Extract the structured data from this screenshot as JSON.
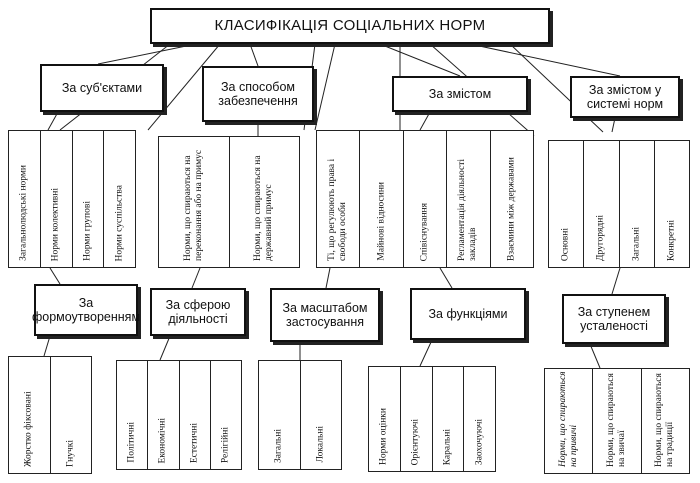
{
  "title": "КЛАСИФІКАЦІЯ СОЦІАЛЬНИХ НОРМ",
  "top_headers": [
    "За суб'єктами",
    "За способом забезпечення",
    "За змістом",
    "За змістом у системі норм"
  ],
  "top_groups": [
    [
      "Загальнолюдські норми",
      "Норми колективні",
      "Норми групові",
      "Норми суспільства"
    ],
    [
      "Норми, що спираються на переконання або на примус",
      "Норми, що спираються на державний примус"
    ],
    [
      "Ті, що регулюють права і свободи особи",
      "Майнові відносини",
      "Співіснування",
      "Регламентація діяльності закладів",
      "Взаємини між державами"
    ],
    [
      "Основні",
      "Другорядні",
      "Загальні",
      "Конкретні"
    ]
  ],
  "bottom_headers": [
    "За формоутворенням",
    "За сферою діяльності",
    "За масштабом застосування",
    "За функціями",
    "За ступенем усталеності"
  ],
  "bottom_groups": [
    [
      "Жорстко фіксовані",
      "Гнучкі"
    ],
    [
      "Політичні",
      "Економічні",
      "Естетичні",
      "Релігійні"
    ],
    [
      "Загальні",
      "Локальні"
    ],
    [
      "Норми оцінки",
      "Орієнтуючі",
      "Каральні",
      "Заохочуючі"
    ],
    [
      "Норми, що спираються на привичі",
      "Норми, що спираються на звичаї",
      "Норми, що спираються на традиції"
    ]
  ]
}
